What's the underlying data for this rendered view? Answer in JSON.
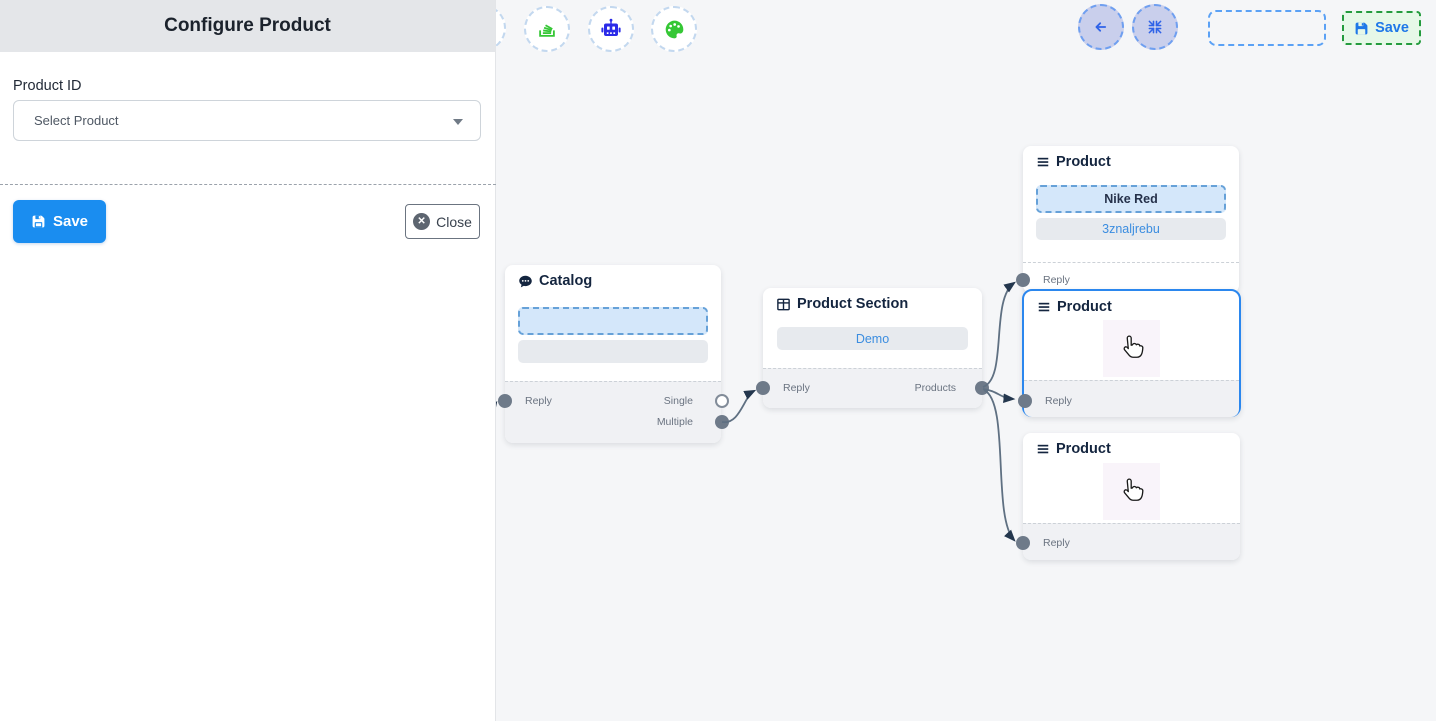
{
  "panel": {
    "title": "Configure Product",
    "product_id_label": "Product ID",
    "dropdown_placeholder": "Select Product",
    "save_label": "Save",
    "close_label": "Close"
  },
  "topbar": {
    "save_label": "Save"
  },
  "toolbar_icons": [
    "stack-icon",
    "robot-icon",
    "palette-icon"
  ],
  "nodes": {
    "catalog": {
      "title": "Catalog",
      "reply_label": "Reply",
      "single_label": "Single",
      "multiple_label": "Multiple"
    },
    "product_section": {
      "title": "Product Section",
      "field_value": "Demo",
      "reply_label": "Reply",
      "products_label": "Products"
    },
    "product_1": {
      "title": "Product",
      "field1_value": "Nike Red",
      "field2_value": "3znaljrebu",
      "reply_label": "Reply"
    },
    "product_2": {
      "title": "Product",
      "reply_label": "Reply"
    },
    "product_3": {
      "title": "Product",
      "reply_label": "Reply"
    }
  },
  "colors": {
    "accent_blue": "#1a8df0",
    "selection_blue": "#2b87ee",
    "toolbar_green": "#35c735",
    "robot_blue": "#2a2ae8",
    "save_green_bg": "#e6f8e8",
    "save_green_border": "#249b3e",
    "edge_stroke": "#5f7082",
    "arrow_fill": "#24374e",
    "canvas_bg": "#f5f6f8"
  }
}
